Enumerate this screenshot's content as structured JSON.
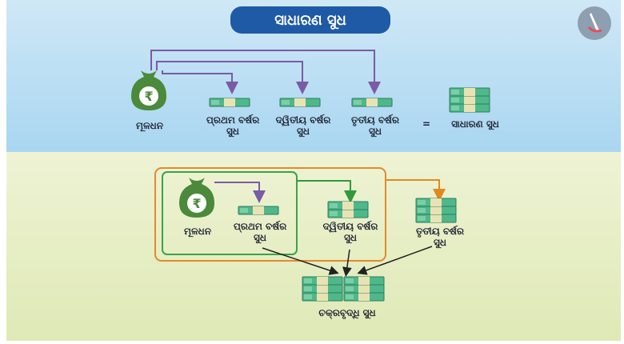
{
  "title": "ସାଧାରଣ ସୁଧ",
  "top": {
    "principal_label": "ମୂଳଧନ",
    "first_year_label_1": "ପ୍ରଥମ ବର୍ଷର",
    "first_year_label_2": "ସୁଧ",
    "second_year_label_1": "ଦ୍ୱିତୀୟ ବର୍ଷର",
    "second_year_label_2": "ସୁଧ",
    "third_year_label_1": "ତୃତୀୟ ବର୍ଷର",
    "third_year_label_2": "ସୁଧ",
    "equals": "=",
    "simple_interest_label": "ସାଧାରଣ ସୁଧ"
  },
  "bottom": {
    "principal_label": "ମୂଳଧନ",
    "first_year_label_1": "ପ୍ରଥମ ବର୍ଷର",
    "first_year_label_2": "ସୁଧ",
    "second_year_label_1": "ଦ୍ୱିତୀୟ ବର୍ଷର",
    "second_year_label_2": "ସୁଧ",
    "third_year_label_1": "ତୃତୀୟ ବର୍ଷର",
    "third_year_label_2": "ସୁଧ",
    "compound_interest_label": "ଚକ୍ରବୃଦ୍ଧି ସୁଧ"
  },
  "rupee_symbol": "₹",
  "colors": {
    "title_bg": "#1f5aa6",
    "money_green": "#4fb88b",
    "bag_green": "#4a8a3a",
    "arrow_purple": "#7b5aa6",
    "arrow_green": "#2e9a3c",
    "arrow_orange": "#e08a1e",
    "box_green": "#3aa34a",
    "box_orange": "#e5892a"
  },
  "icons": [
    "money-bag-icon",
    "cash-bundle-icon",
    "cash-stack-icon",
    "logo-icon"
  ]
}
